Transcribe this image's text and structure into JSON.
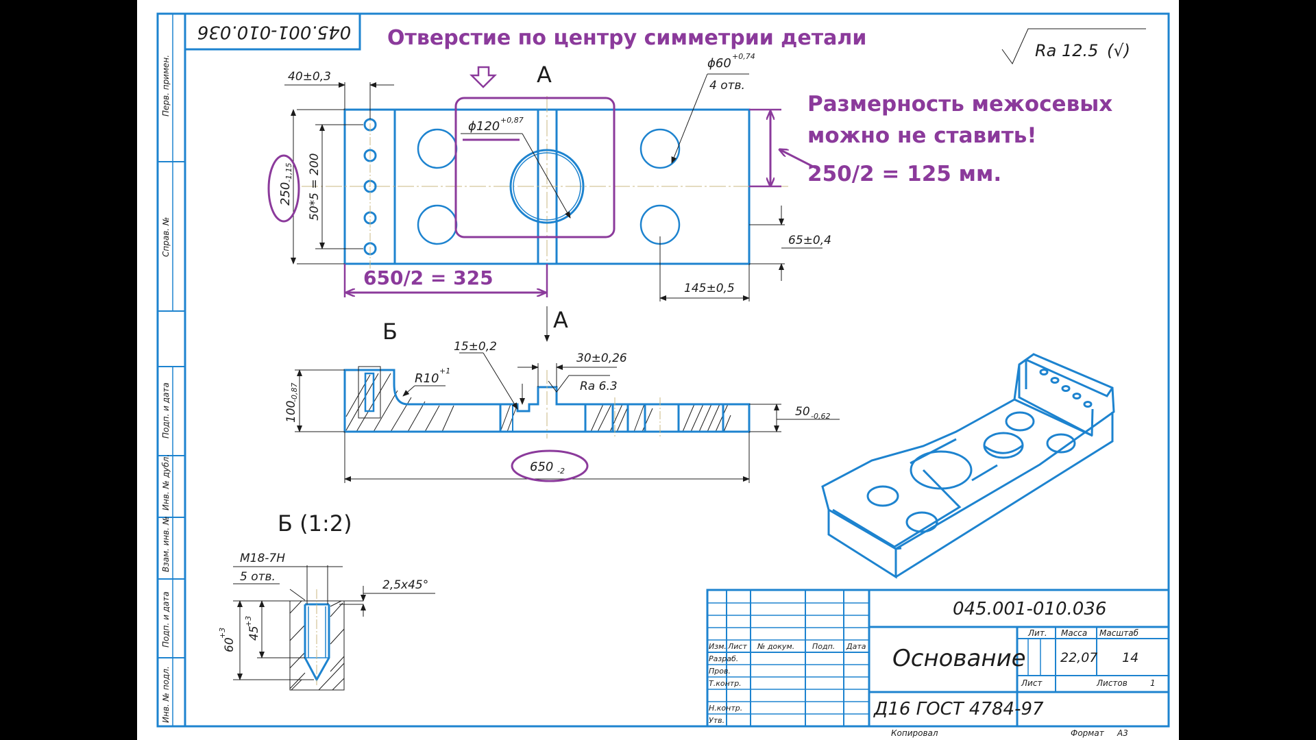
{
  "drawing": {
    "designation": "045.001-010.036",
    "designation_mirrored": "045.001-010.036",
    "part_name": "Основание",
    "material": "Д16  ГОСТ 4784-97",
    "roughness": "Ra 12.5 (√)",
    "roughness_label": "Ra 12.5",
    "roughness_suffix": "(√)"
  },
  "annotations": {
    "center_hole_note": "Отверстие по центру симметрии детали",
    "axis_note_line1": "Размерность межосевых",
    "axis_note_line2": "можно не ставить!",
    "axis_note_line3": "250/2 = 125 мм.",
    "half_length": "650/2 = 325"
  },
  "dimensions": {
    "d40": "40±0,3",
    "d60": "ϕ60",
    "d60_tol": "+0,74",
    "d60_count": "4 отв.",
    "d120": "ϕ120",
    "d120_tol": "+0,87",
    "d250": "250",
    "d250_tol": "-1,15",
    "d50x5": "50*5 = 200",
    "d65": "65±0,4",
    "d145": "145±0,5",
    "section_a": "А",
    "section_b": "Б",
    "d15": "15±0,2",
    "d30": "30±0,26",
    "r10": "R10",
    "r10_tol": "+1",
    "ra63": "Ra 6.3",
    "d100": "100",
    "d100_tol": "-0,87",
    "d50": "50",
    "d50_tol": "-0,62",
    "d650": "650",
    "d650_tol": "-2",
    "detail_b": "Б (1:2)",
    "thread": "М18-7Н",
    "thread_count": "5 отв.",
    "chamfer": "2,5х45°",
    "d60b": "60",
    "d60b_tol": "+3",
    "d45": "45",
    "d45_tol": "+3"
  },
  "left_strip": [
    "Перв. примен.",
    "Справ. №",
    "Подп. и дата",
    "Инв. № дубл.",
    "Взам. инв. №",
    "Подп. и дата",
    "Инв. № подл."
  ],
  "title_block": {
    "headers": [
      "Изм.",
      "Лист",
      "№ докум.",
      "Подп.",
      "Дата"
    ],
    "roles": [
      "Разраб.",
      "Пров.",
      "Т.контр.",
      "",
      "Н.контр.",
      "Утв."
    ],
    "lit_label": "Лит.",
    "mass_label": "Масса",
    "scale_label": "Масштаб",
    "mass": "22,07",
    "scale": "14",
    "sheet_label": "Лист",
    "sheets_label": "Листов",
    "sheets": "1",
    "copied": "Копировал",
    "format_label": "Формат",
    "format": "А3"
  },
  "colors": {
    "line": "#1d83cf",
    "note": "#8b3a9b",
    "ink": "#1c1c1c"
  }
}
